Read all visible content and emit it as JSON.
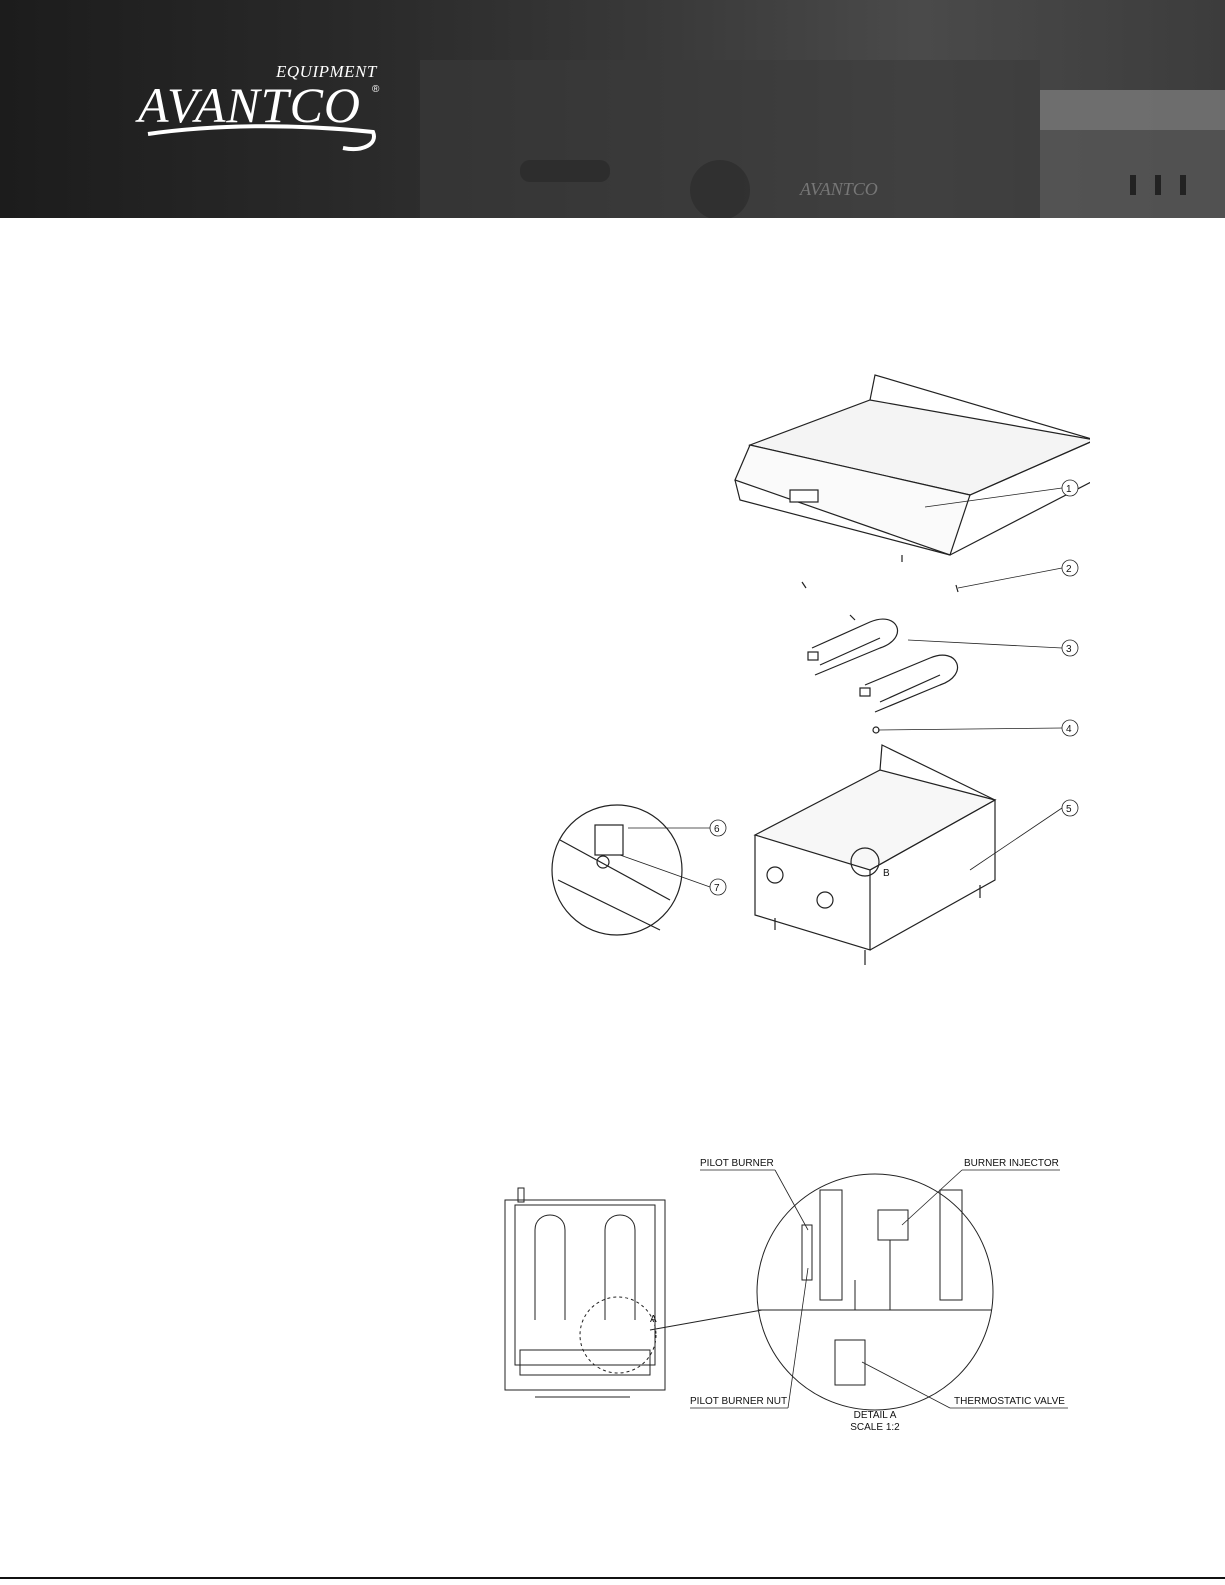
{
  "header": {
    "logo_top": "EQUIPMENT",
    "logo_word": "AVANTCO",
    "logo_reg": "®"
  },
  "parts_diagram": {
    "callouts": [
      "1",
      "2",
      "3",
      "4",
      "5",
      "6",
      "7"
    ],
    "detail_label": "B"
  },
  "burner_diagram": {
    "pilot_burner": "PILOT BURNER",
    "burner_injector": "BURNER INJECTOR",
    "pilot_burner_nut": "PILOT BURNER NUT",
    "thermostatic_valve": "THERMOSTATIC VALVE",
    "detail_title": "DETAIL A",
    "detail_scale": "SCALE 1:2",
    "detail_marker": "A"
  }
}
